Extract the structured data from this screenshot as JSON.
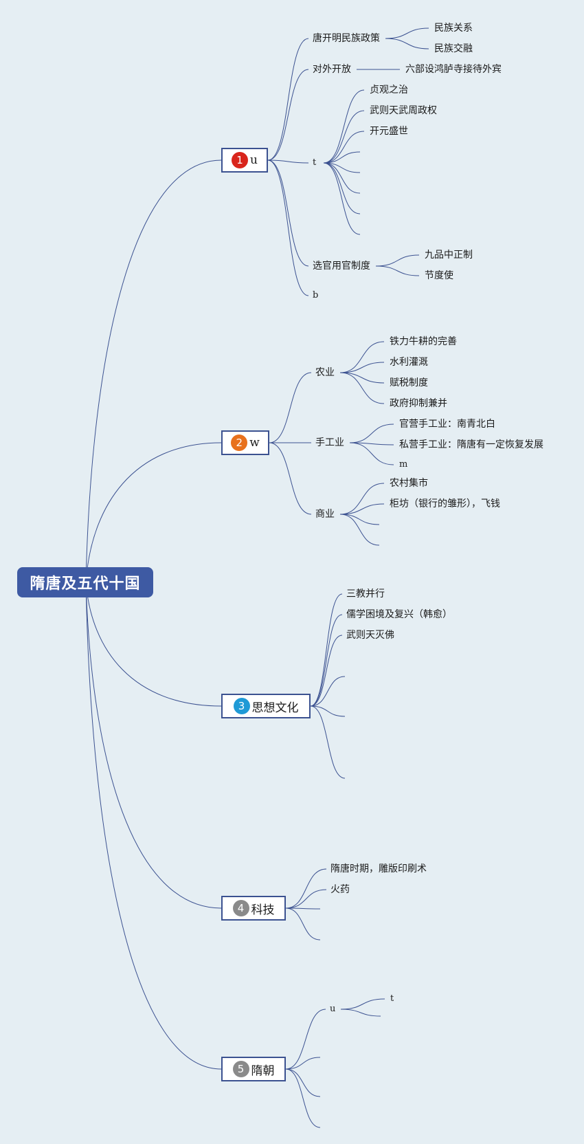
{
  "root": {
    "label": "隋唐及五代十国"
  },
  "topics": [
    {
      "id": "t1",
      "number": "1",
      "label": "u",
      "badge_color": "#d9251c",
      "children": [
        {
          "id": "t1c1",
          "label": "唐开明民族政策",
          "children": [
            {
              "id": "t1c1a",
              "label": "民族关系"
            },
            {
              "id": "t1c1b",
              "label": "民族交融"
            }
          ]
        },
        {
          "id": "t1c2",
          "label": "对外开放",
          "children": [
            {
              "id": "t1c2a",
              "label": "六部设鸿胪寺接待外宾"
            }
          ]
        },
        {
          "id": "t1c3",
          "label": "t",
          "children": [
            {
              "id": "t1c3a",
              "label": "贞观之治"
            },
            {
              "id": "t1c3b",
              "label": "武则天武周政权"
            },
            {
              "id": "t1c3c",
              "label": "开元盛世"
            },
            {
              "id": "t1c3d",
              "label": ""
            },
            {
              "id": "t1c3e",
              "label": ""
            },
            {
              "id": "t1c3f",
              "label": ""
            },
            {
              "id": "t1c3g",
              "label": ""
            },
            {
              "id": "t1c3h",
              "label": ""
            }
          ]
        },
        {
          "id": "t1c4",
          "label": "选官用官制度",
          "children": [
            {
              "id": "t1c4a",
              "label": "九品中正制"
            },
            {
              "id": "t1c4b",
              "label": "节度使"
            }
          ]
        },
        {
          "id": "t1c5",
          "label": "b",
          "children": []
        }
      ]
    },
    {
      "id": "t2",
      "number": "2",
      "label": "w",
      "badge_color": "#e8711d",
      "children": [
        {
          "id": "t2c1",
          "label": "农业",
          "children": [
            {
              "id": "t2c1a",
              "label": "铁力牛耕的完善"
            },
            {
              "id": "t2c1b",
              "label": "水利灌溉"
            },
            {
              "id": "t2c1c",
              "label": "赋税制度"
            },
            {
              "id": "t2c1d",
              "label": "政府抑制兼并"
            }
          ]
        },
        {
          "id": "t2c2",
          "label": "手工业",
          "children": [
            {
              "id": "t2c2a",
              "label": "官营手工业：南青北白"
            },
            {
              "id": "t2c2b",
              "label": "私营手工业：隋唐有一定恢复发展"
            },
            {
              "id": "t2c2c",
              "label": "m"
            }
          ]
        },
        {
          "id": "t2c3",
          "label": "商业",
          "children": [
            {
              "id": "t2c3a",
              "label": "农村集市"
            },
            {
              "id": "t2c3b",
              "label": "柜坊（银行的雏形），飞钱"
            },
            {
              "id": "t2c3c",
              "label": ""
            },
            {
              "id": "t2c3d",
              "label": ""
            }
          ]
        }
      ]
    },
    {
      "id": "t3",
      "number": "3",
      "label": "思想文化",
      "badge_color": "#1f9ad6",
      "children": [
        {
          "id": "t3c1",
          "label": "三教并行",
          "children": []
        },
        {
          "id": "t3c2",
          "label": "儒学困境及复兴（韩愈）",
          "children": []
        },
        {
          "id": "t3c3",
          "label": "武则天灭佛",
          "children": []
        },
        {
          "id": "t3c4",
          "label": "",
          "children": []
        },
        {
          "id": "t3c5",
          "label": "",
          "children": []
        },
        {
          "id": "t3c6",
          "label": "",
          "children": []
        }
      ]
    },
    {
      "id": "t4",
      "number": "4",
      "label": "科技",
      "badge_color": "#8a8a8a",
      "children": [
        {
          "id": "t4c1",
          "label": "隋唐时期，雕版印刷术",
          "children": []
        },
        {
          "id": "t4c2",
          "label": "火药",
          "children": []
        },
        {
          "id": "t4c3",
          "label": "",
          "children": []
        },
        {
          "id": "t4c4",
          "label": "",
          "children": []
        }
      ]
    },
    {
      "id": "t5",
      "number": "5",
      "label": "隋朝",
      "badge_color": "#8a8a8a",
      "children": [
        {
          "id": "t5c1",
          "label": "u",
          "children": [
            {
              "id": "t5c1a",
              "label": "t"
            },
            {
              "id": "t5c1b",
              "label": ""
            }
          ]
        },
        {
          "id": "t5c2",
          "label": "",
          "children": []
        },
        {
          "id": "t5c3",
          "label": "",
          "children": []
        },
        {
          "id": "t5c4",
          "label": "",
          "children": []
        }
      ]
    }
  ],
  "colors": {
    "background": "#e5eef3",
    "root_fill": "#3e5aa3",
    "line": "#3b5190"
  }
}
